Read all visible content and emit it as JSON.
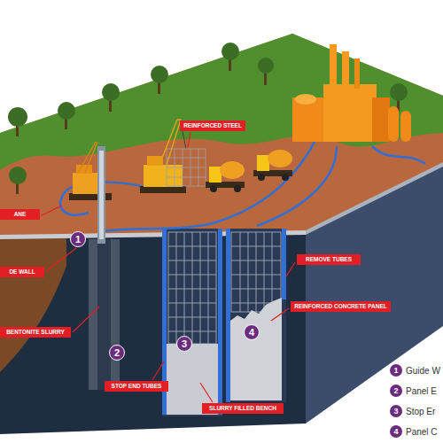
{
  "diagram": {
    "nodes": [
      {
        "text": [
          "REINFORCED STEEL"
        ]
      },
      {
        "text": [
          "ANE"
        ]
      },
      {
        "text": [
          "1"
        ]
      },
      {
        "text": [
          "DE WALL"
        ]
      },
      {
        "text": [
          "REMOVE TUBES"
        ]
      },
      {
        "text": [
          "REINFORCED CONCRETE PANEL"
        ]
      },
      {
        "text": [
          "BENTONITE SLURRY"
        ]
      },
      {
        "text": [
          "2"
        ]
      },
      {
        "text": [
          "3"
        ]
      },
      {
        "text": [
          "4"
        ]
      },
      {
        "text": [
          "STOP END TUBES"
        ]
      },
      {
        "text": [
          "SLURRY FILLED BENCH"
        ]
      }
    ],
    "labels": [
      "1",
      "2",
      "3",
      "4"
    ],
    "legend": [
      {
        "text": "Guide W"
      },
      {
        "text": "Panel E"
      },
      {
        "text": "Stop Er"
      },
      {
        "text": "Panel C"
      }
    ]
  }
}
